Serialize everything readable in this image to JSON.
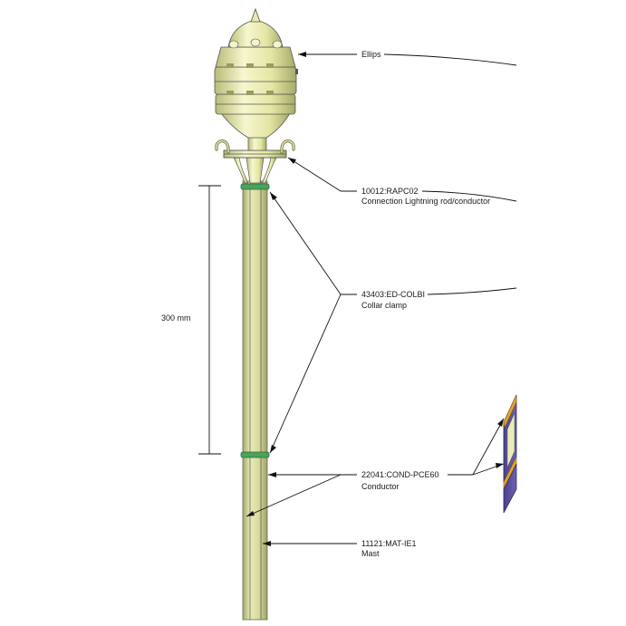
{
  "diagram": {
    "dimension": {
      "text": "300 mm"
    },
    "callouts": [
      {
        "id": "ellips",
        "code": "Ellips",
        "description": ""
      },
      {
        "id": "rapc02",
        "code": "10012:RAPC02",
        "description": "Connection Lightning rod/conductor"
      },
      {
        "id": "colbi",
        "code": "43403:ED-COLBI",
        "description": "Collar clamp"
      },
      {
        "id": "cond",
        "code": "22041:COND-PCE60",
        "description": "Conductor"
      },
      {
        "id": "mast",
        "code": "11121:MAT-IE1",
        "description": "Mast"
      }
    ]
  },
  "colors": {
    "terminal_body": "#eef0b4",
    "terminal_shadow": "#c9cc86",
    "mast": "#dfe3a7",
    "mast_shadow": "#a9ad6e",
    "clamp": "#49a15a",
    "conductor_side": "#5a4f9a",
    "conductor_accent": "#e0a626"
  }
}
